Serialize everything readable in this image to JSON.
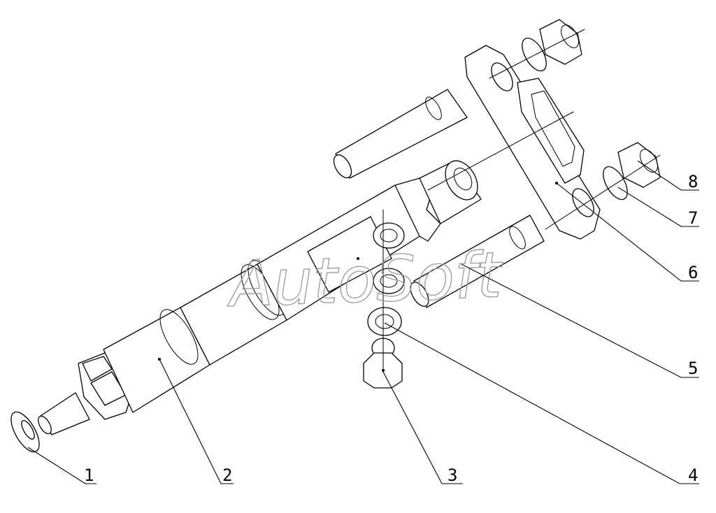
{
  "watermark": "AutoSoft",
  "callouts": [
    {
      "id": "1",
      "label": "1"
    },
    {
      "id": "2",
      "label": "2"
    },
    {
      "id": "3",
      "label": "3"
    },
    {
      "id": "4",
      "label": "4"
    },
    {
      "id": "5",
      "label": "5"
    },
    {
      "id": "6",
      "label": "6"
    },
    {
      "id": "7",
      "label": "7"
    },
    {
      "id": "8",
      "label": "8"
    }
  ],
  "colors": {
    "line": "#000000",
    "background": "#ffffff",
    "watermark": "#9a9a9a"
  }
}
